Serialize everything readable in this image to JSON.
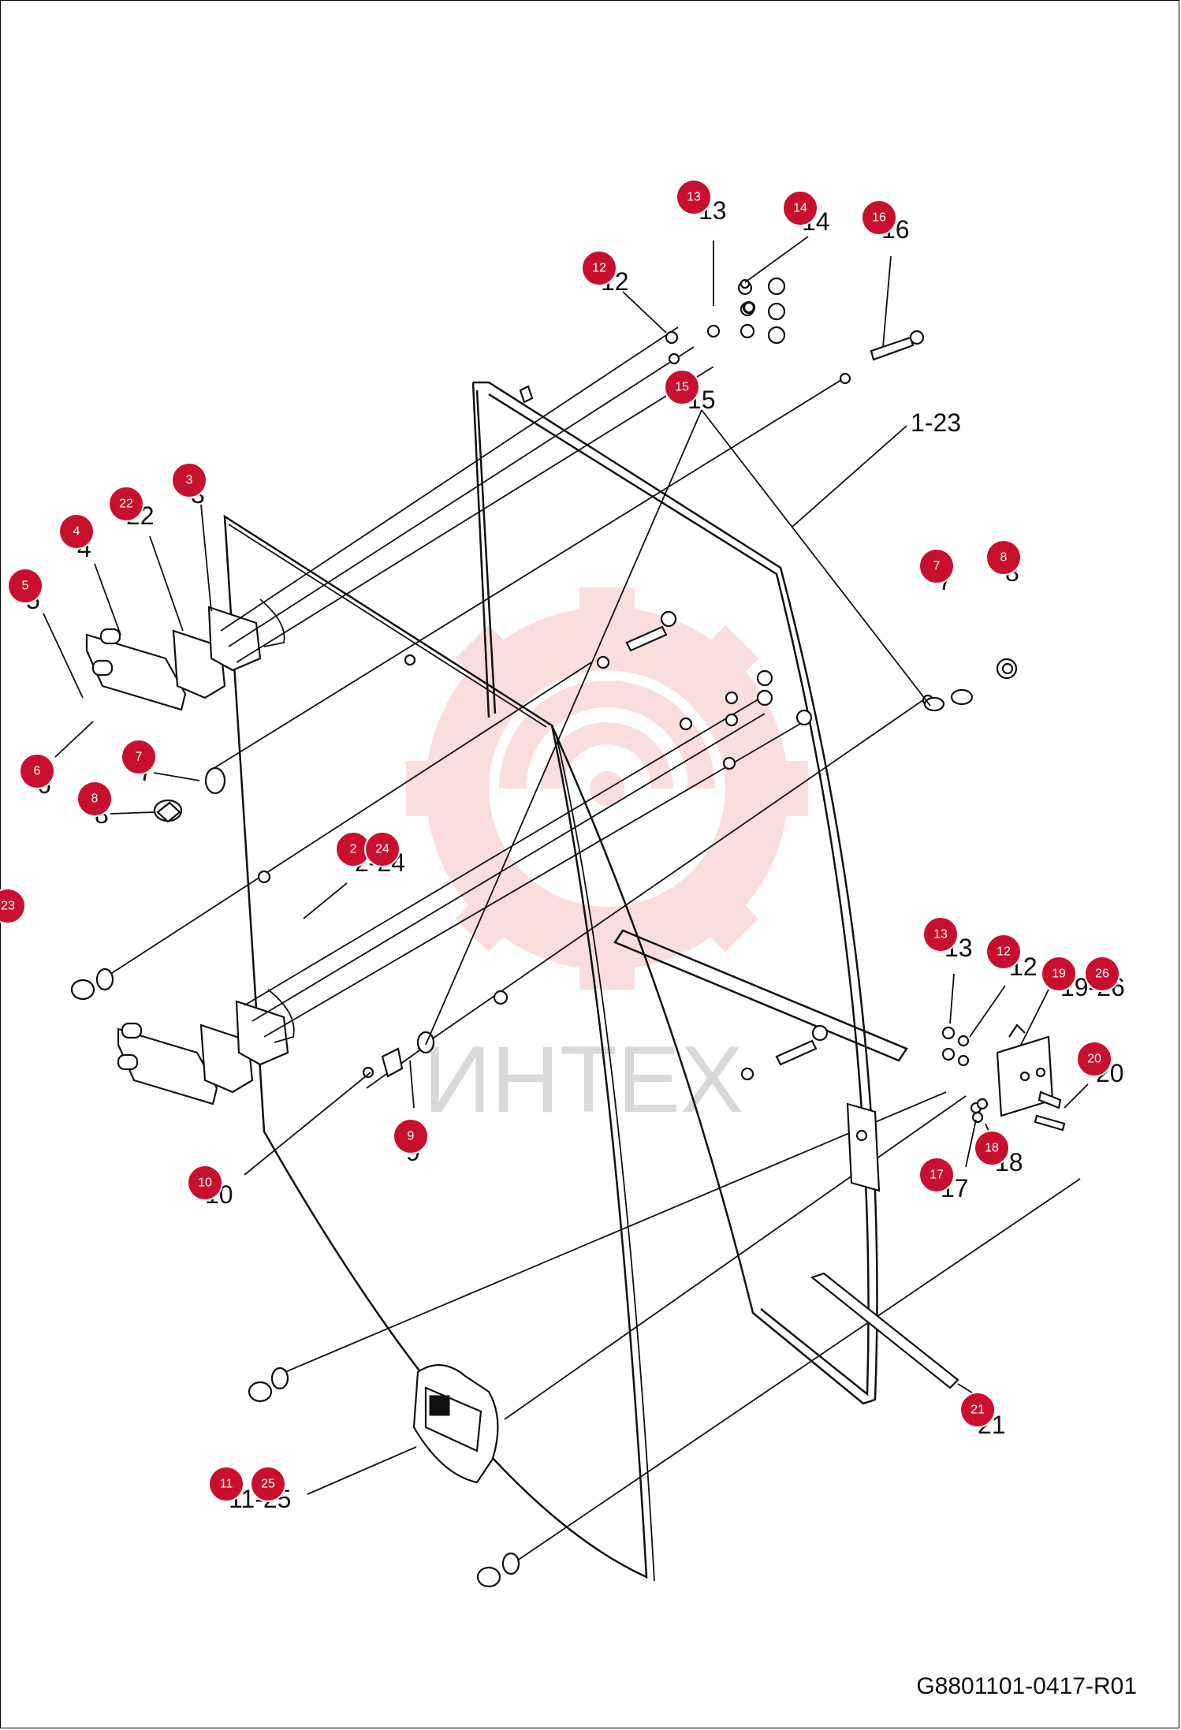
{
  "drawing_number": "G8801101-0417-R01",
  "watermark": {
    "text": "ИНТЕХ",
    "color": "#f4b3b3"
  },
  "badge_color": "#c8102e",
  "part_labels": {
    "l13a": "13",
    "l14a": "14",
    "l12a": "12",
    "l16": "16",
    "l15": "15",
    "l1_23": "1-23",
    "l3": "3",
    "l22": "22",
    "l4": "4",
    "l5": "5",
    "l6": "6",
    "l7a": "7",
    "l8a": "8",
    "l7b": "7",
    "l8b": "8",
    "l2_24": "2-24",
    "l13b": "13",
    "l12b": "12",
    "l19_26": "19-26",
    "l20": "20",
    "l18": "18",
    "l17": "17",
    "l9": "9",
    "l10": "10",
    "l21": "21",
    "l11_25": "11-25"
  },
  "badges": {
    "b13a": "13",
    "b14a": "14",
    "b12a": "12",
    "b16": "16",
    "b15": "15",
    "b3": "3",
    "b22": "22",
    "b4": "4",
    "b5": "5",
    "b6": "6",
    "b7a": "7",
    "b8a": "8",
    "b7b": "7",
    "b8b": "8",
    "b2": "2",
    "b24": "24",
    "b23": "23",
    "b13b": "13",
    "b12b": "12",
    "b19": "19",
    "b26": "26",
    "b20": "20",
    "b18": "18",
    "b17": "17",
    "b9": "9",
    "b10": "10",
    "b21": "21",
    "b11": "11",
    "b25": "25"
  }
}
